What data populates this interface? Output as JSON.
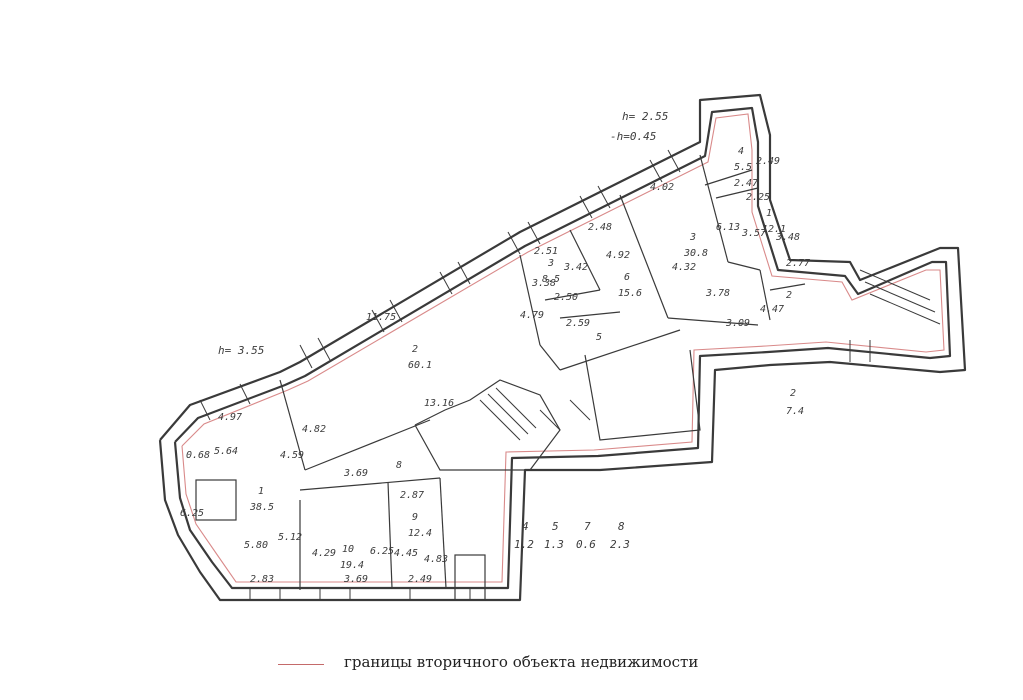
{
  "header": {
    "h1": "h= 2.55",
    "h2": "-h=0.45",
    "h3": "h= 3.55"
  },
  "rooms": {
    "r1": {
      "num": "1",
      "area": "38.5"
    },
    "r2": {
      "num": "2",
      "area": "60.1"
    },
    "r3a": {
      "num": "3",
      "area": "8.5"
    },
    "r6": {
      "num": "6",
      "area": "15.6"
    },
    "r5": {
      "num": "5"
    },
    "r10": {
      "num": "10",
      "area": "19.4"
    },
    "r9": {
      "num": "9",
      "area": "12.4"
    },
    "r8": {
      "num": "8"
    },
    "r3b": {
      "num": "3",
      "area": "30.8"
    },
    "r4": {
      "num": "4",
      "area": "5.5"
    },
    "r1b": {
      "num": "1",
      "area": "12.1"
    },
    "r2b": {
      "num": "2",
      "area": "7.4"
    },
    "r2c": {
      "num": "2"
    }
  },
  "dimensions": {
    "d1175": "11.75",
    "d1316": "13.16",
    "d497": "4.97",
    "d564": "5.64",
    "d459": "4.59",
    "d482": "4.82",
    "d068": "0.68",
    "d625": "6.25",
    "d580": "5.80",
    "d512": "5.12",
    "d283": "2.83",
    "d369a": "3.69",
    "d369b": "3.69",
    "d429": "4.29",
    "d625b": "6.25",
    "d287": "2.87",
    "d445": "4.45",
    "d483": "4.83",
    "d249": "2.49",
    "d251": "2.51",
    "d248": "2.48",
    "d250": "2.50",
    "d259": "2.59",
    "d479": "4.79",
    "d338": "3.38",
    "d342": "3.42",
    "d492": "4.92",
    "d402": "4.02",
    "d613": "6.13",
    "d378": "3.78",
    "d309": "3.09",
    "d432": "4.32",
    "d277": "2.77",
    "d447": "4.47",
    "d247": "2.47",
    "d225": "2.25",
    "d357": "3.57",
    "d348": "3.48",
    "d249b": "2.49"
  },
  "summary": {
    "col1": {
      "num": "4",
      "area": "1.2"
    },
    "col2": {
      "num": "5",
      "area": "1.3"
    },
    "col3": {
      "num": "7",
      "area": "0.6"
    },
    "col4": {
      "num": "8",
      "area": "2.3"
    }
  },
  "legend": {
    "text": "границы вторичного объекта недвижимости",
    "color": "#c46a6a"
  }
}
